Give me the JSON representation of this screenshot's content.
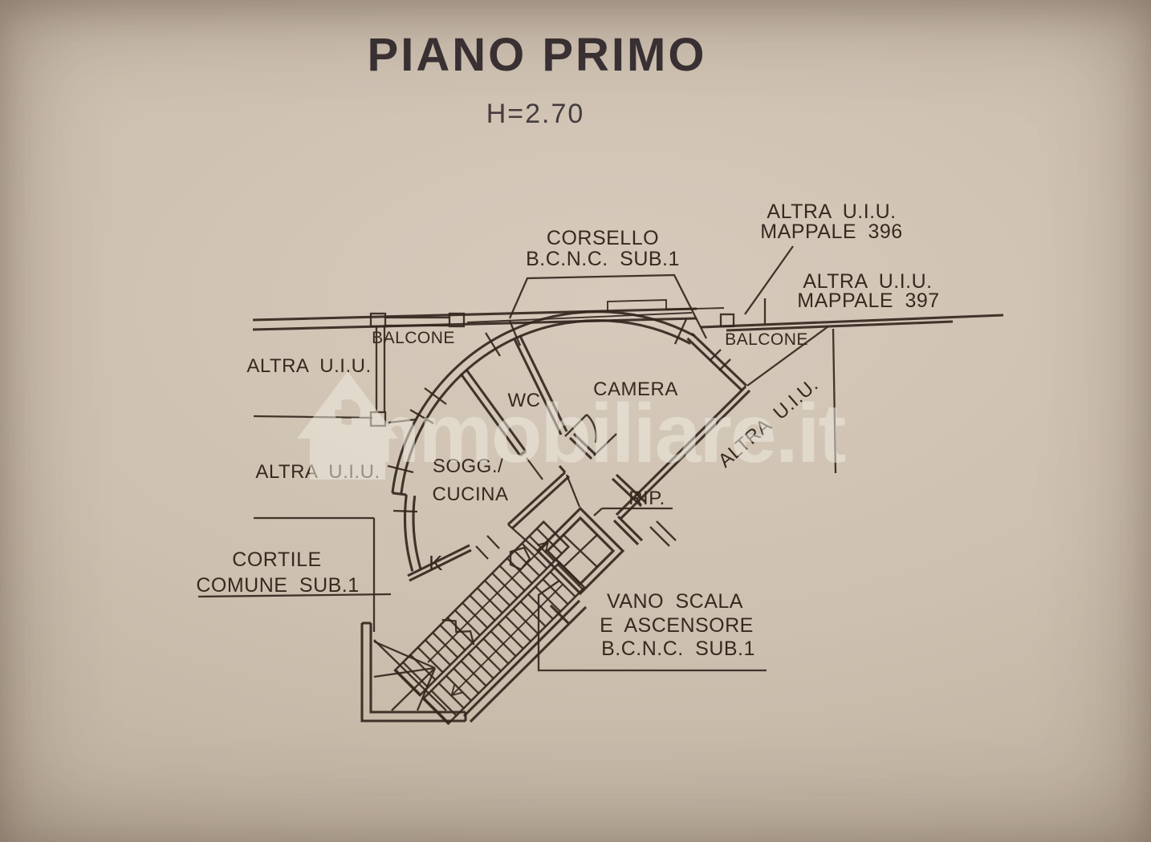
{
  "page": {
    "title": "PIANO PRIMO",
    "height_note": "H=2.70"
  },
  "watermark": {
    "text": "immobiliare.it"
  },
  "plan": {
    "rooms": {
      "balcone_left": "BALCONE",
      "balcone_right": "BALCONE",
      "wc": "WC",
      "camera": "CAMERA",
      "soggiorno_line1": "SOGG./",
      "soggiorno_line2": "CUCINA",
      "ripostiglio": "RIP.",
      "kitchen_corner": "K"
    },
    "annotations": {
      "corsello_line1": "CORSELLO",
      "corsello_line2": "B.C.N.C. SUB.1",
      "mappale_396_line1": "ALTRA U.I.U.",
      "mappale_396_line2": "MAPPALE 396",
      "mappale_397_line1": "ALTRA U.I.U.",
      "mappale_397_line2": "MAPPALE 397",
      "altra_uiu_west_upper": "ALTRA U.I.U.",
      "altra_uiu_west_lower": "ALTRA U.I.U.",
      "altra_uiu_southeast": "ALTRA U.I.U.",
      "cortile_line1": "CORTILE",
      "cortile_line2": "COMUNE SUB.1",
      "vano_scala_line1": "VANO SCALA",
      "vano_scala_line2": "E ASCENSORE",
      "vano_scala_line3": "B.C.N.C. SUB.1"
    }
  },
  "colors": {
    "paper": "#cdc0b0",
    "ink": "#33271e",
    "watermark_white": "#f0ebe0",
    "title_ink": "#393134"
  }
}
